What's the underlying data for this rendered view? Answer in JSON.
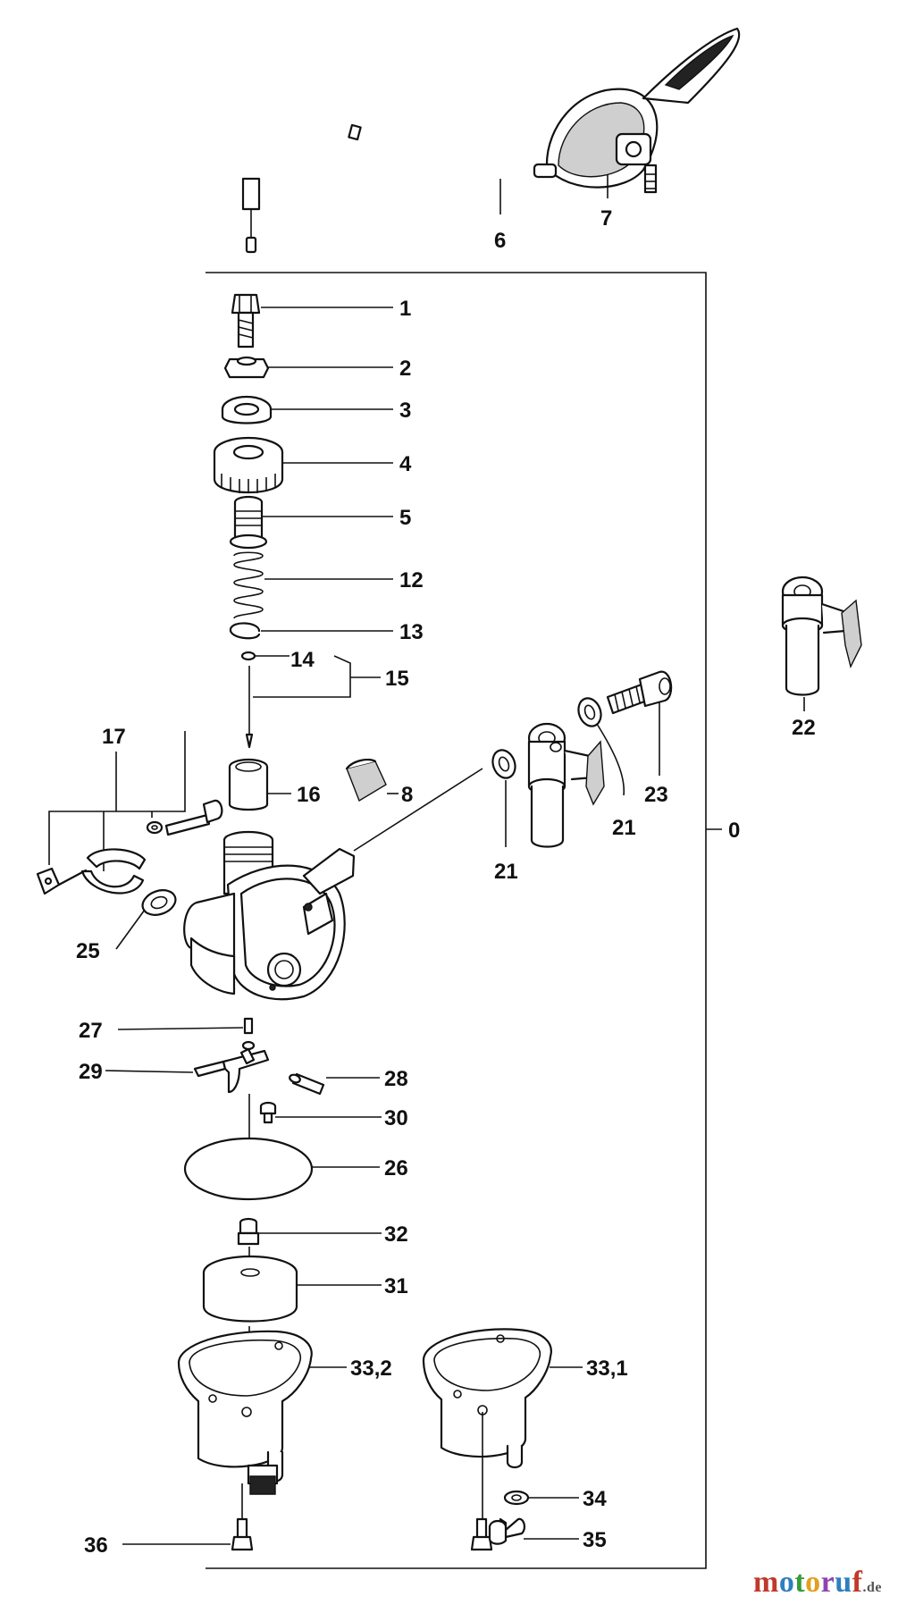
{
  "labels": {
    "l0": "0",
    "l1": "1",
    "l2": "2",
    "l3": "3",
    "l4": "4",
    "l5": "5",
    "l6": "6",
    "l7": "7",
    "l8": "8",
    "l12": "12",
    "l13": "13",
    "l14": "14",
    "l15": "15",
    "l16": "16",
    "l17": "17",
    "l21a": "21",
    "l21b": "21",
    "l22": "22",
    "l23": "23",
    "l25": "25",
    "l26": "26",
    "l27": "27",
    "l28": "28",
    "l29": "29",
    "l30": "30",
    "l31": "31",
    "l32": "32",
    "l33_2": "33,2",
    "l33_1": "33,1",
    "l34": "34",
    "l35": "35",
    "l36": "36"
  },
  "watermark": {
    "m": "m",
    "o1": "o",
    "t": "t",
    "o2": "o",
    "r": "r",
    "u": "u",
    "f": "f",
    "domain": ".de"
  }
}
